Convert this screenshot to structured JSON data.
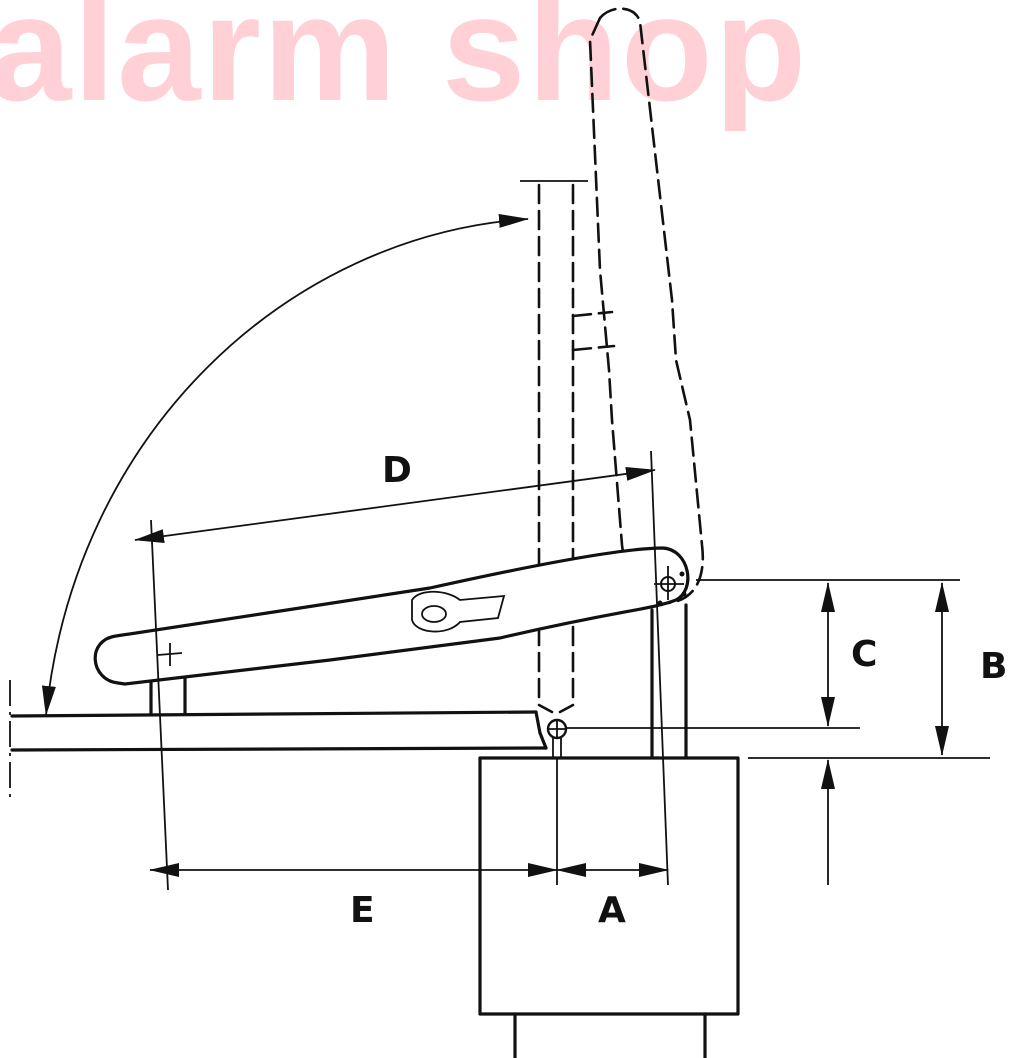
{
  "watermark": {
    "text": "alarm shop",
    "color": "#ffd0d6"
  },
  "labels": {
    "a": "A",
    "b": "B",
    "c": "C",
    "d": "D",
    "e": "E"
  }
}
